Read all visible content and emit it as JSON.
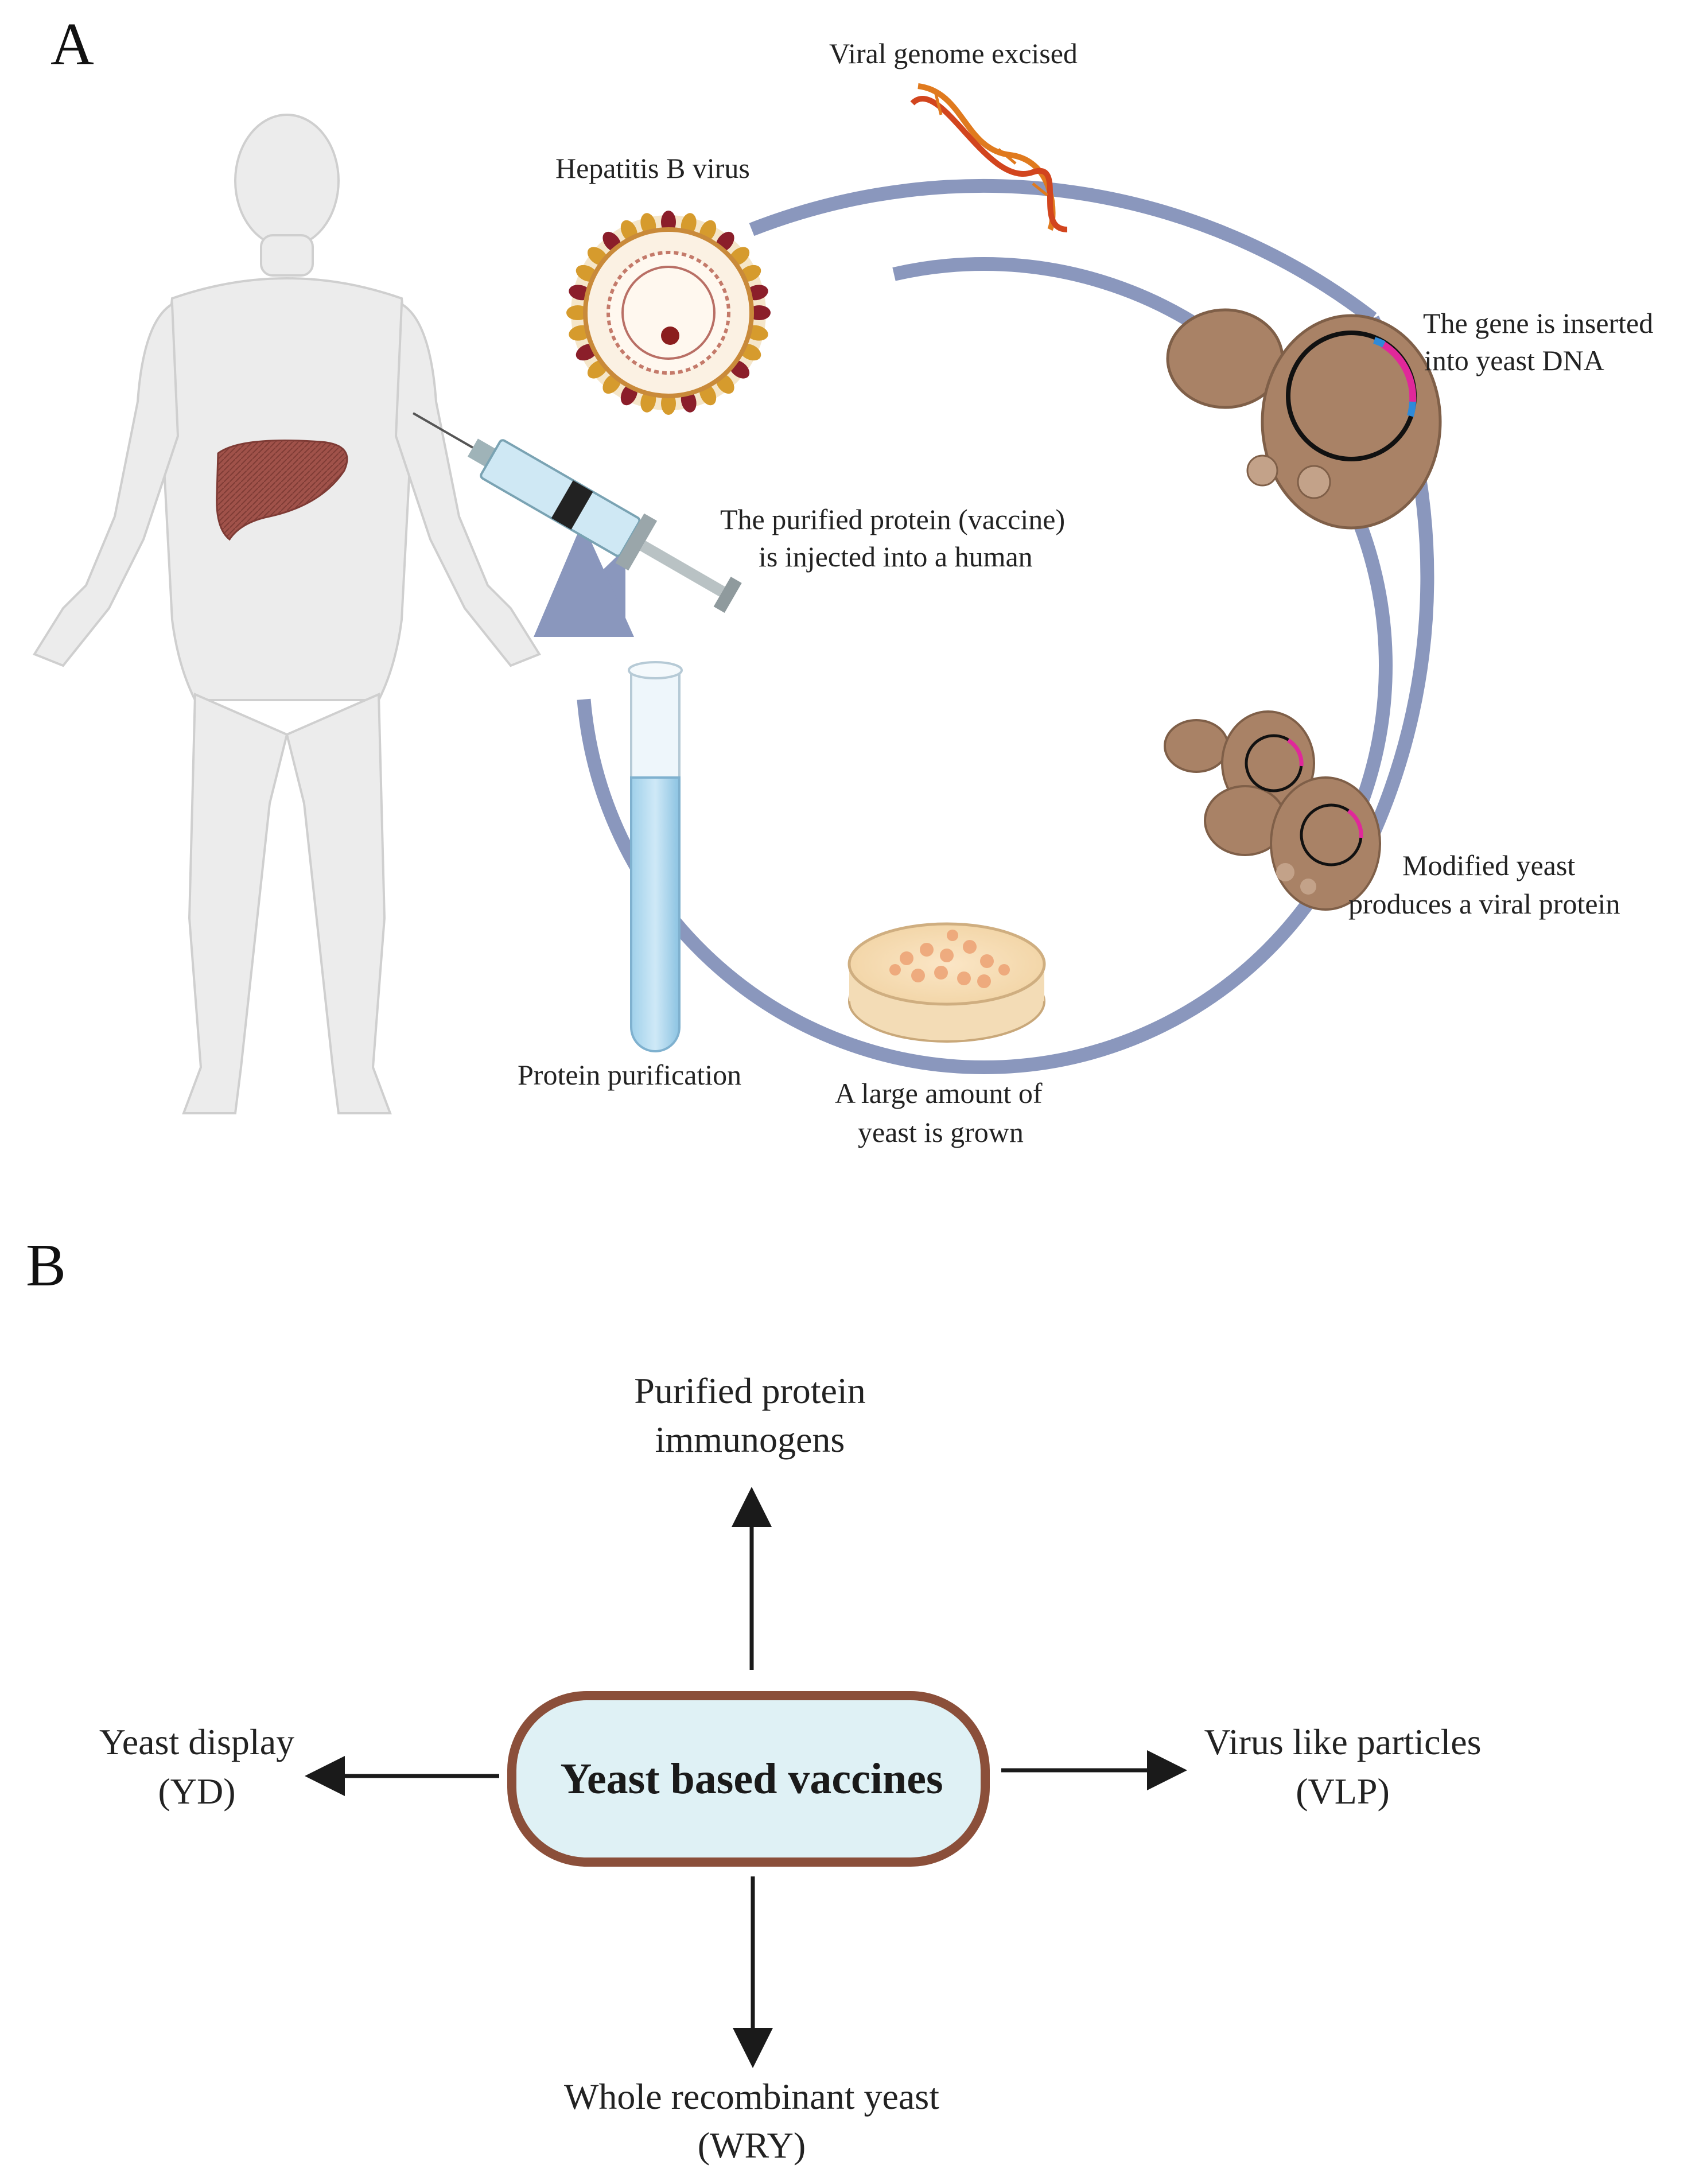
{
  "panel_a": {
    "letter": "A",
    "labels": {
      "viral_genome": "Viral genome excised",
      "hepatitis": "Hepatitis B virus",
      "gene_inserted_1": "The gene is inserted",
      "gene_inserted_2": "into yeast DNA",
      "purified_1": "The purified protein (vaccine)",
      "purified_2": "is injected into a human",
      "modified_1": "Modified yeast",
      "modified_2": "produces a viral protein",
      "purification": "Protein purification",
      "large_1": "A large amount of",
      "large_2": "yeast is grown"
    }
  },
  "panel_b": {
    "letter": "B",
    "center": "Yeast based vaccines",
    "top_1": "Purified protein",
    "top_2": "immunogens",
    "left_1": "Yeast display",
    "left_2": "(YD)",
    "right_1": "Virus like particles",
    "right_2": "(VLP)",
    "bottom_1": "Whole recombinant yeast",
    "bottom_2": "(WRY)"
  },
  "colors": {
    "cycle": "#8a97bd",
    "yeast": "#a98266",
    "liver": "#a0524a",
    "center_fill": "#dff1f5",
    "center_border": "#8b4f3a"
  }
}
